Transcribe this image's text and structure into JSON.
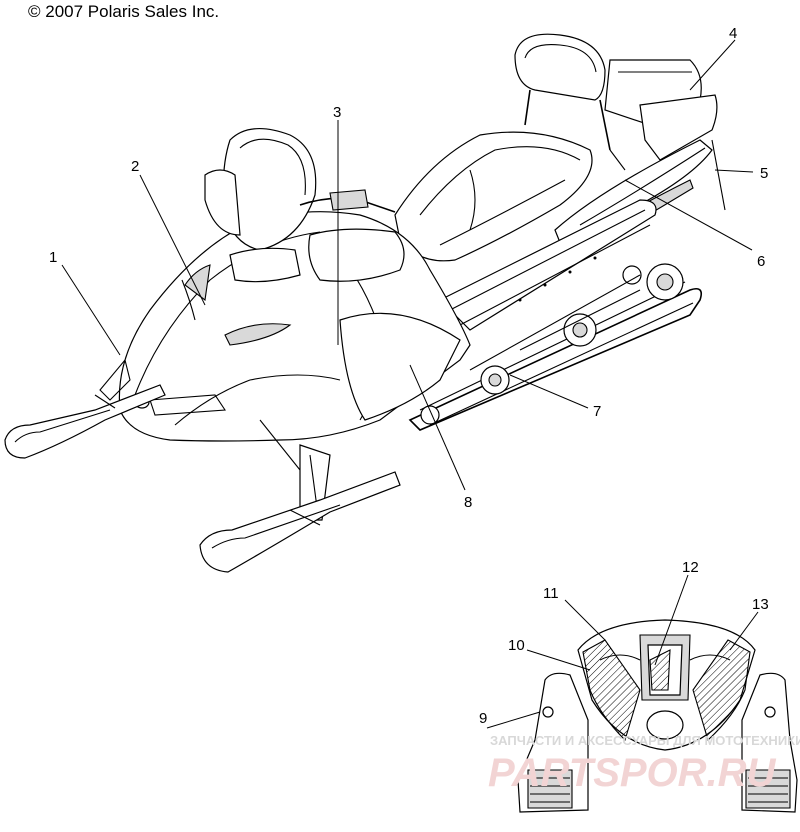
{
  "copyright": "© 2007 Polaris Sales Inc.",
  "callouts": [
    "1",
    "2",
    "3",
    "4",
    "5",
    "6",
    "7",
    "8",
    "9",
    "10",
    "11",
    "12",
    "13"
  ],
  "watermark": {
    "caption": "ЗАПЧАСТИ И АКСЕССУАРЫ ДЛЯ МОТОТЕХНИКИ",
    "logo": "PARTSPOR.RU"
  },
  "colors": {
    "ink": "#000000",
    "paper": "#ffffff",
    "watermark": "#e8b8b8"
  }
}
